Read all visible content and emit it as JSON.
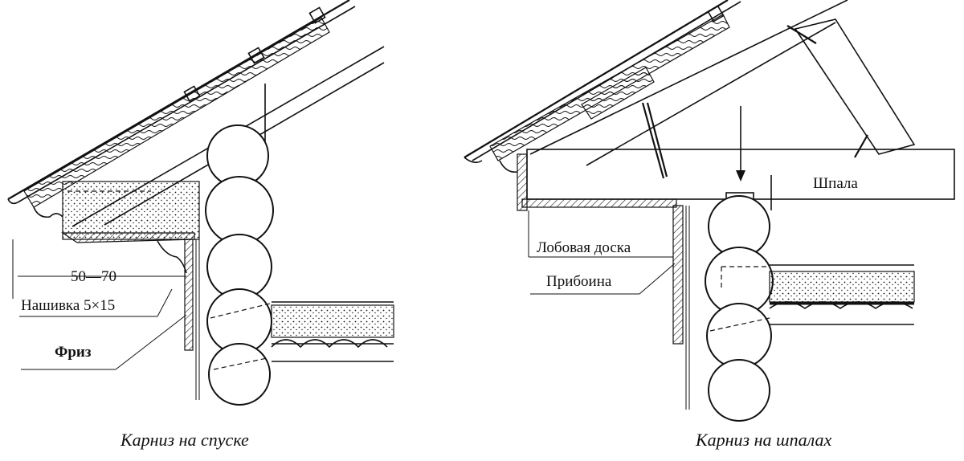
{
  "left_figure": {
    "caption": "Карниз на спуске",
    "dimension_label": "50—70",
    "nashivka_label": "Нашивка 5×15",
    "friz_label": "Фриз"
  },
  "right_figure": {
    "caption": "Карниз на шпалах",
    "shpala_label": "Шпала",
    "lobovaya_label": "Лобовая доска",
    "priboina_label": "Прибоина"
  }
}
